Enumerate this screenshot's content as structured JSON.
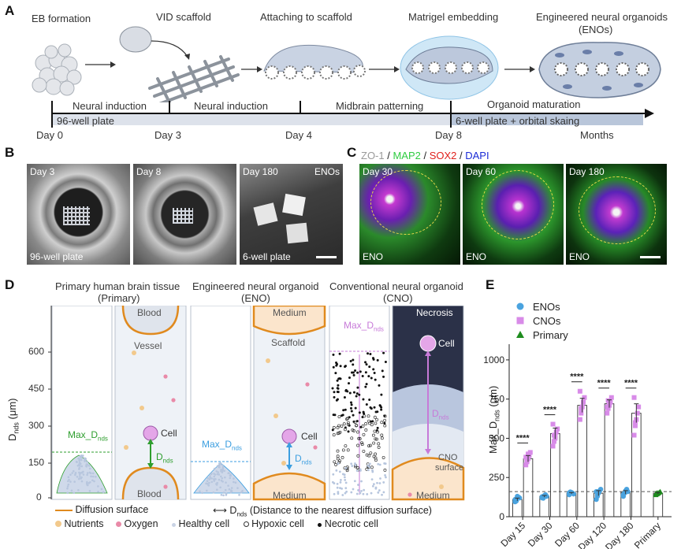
{
  "panelA": {
    "label": "A",
    "steps": [
      "EB formation",
      "VID scaffold",
      "Attaching to scaffold",
      "Matrigel embedding",
      "Engineered neural organoids",
      "(ENOs)"
    ],
    "phases": [
      "Neural induction",
      "Neural induction",
      "Midbrain patterning",
      "Organoid maturation"
    ],
    "plates": [
      "96-well plate",
      "6-well plate + orbital skaing"
    ],
    "days": [
      "Day 0",
      "Day 3",
      "Day 4",
      "Day 8",
      "Months"
    ]
  },
  "panelB": {
    "label": "B",
    "photos": [
      {
        "day": "Day 3",
        "note": "96-well plate"
      },
      {
        "day": "Day 8",
        "note": ""
      },
      {
        "day": "Day 180",
        "note": "6-well plate",
        "tag": "ENOs"
      }
    ]
  },
  "panelC": {
    "label": "C",
    "stains": {
      "zo1": "ZO-1",
      "sep": " / ",
      "map2": "MAP2",
      "sox2": "SOX2",
      "dapi": "DAPI"
    },
    "stain_colors": {
      "zo1": "#9a9a9a",
      "map2": "#2ecc40",
      "sox2": "#e0201b",
      "dapi": "#1a2bd6"
    },
    "photos": [
      {
        "day": "Day 30",
        "tag": "ENO"
      },
      {
        "day": "Day 60",
        "tag": "ENO"
      },
      {
        "day": "Day 180",
        "tag": "ENO"
      }
    ]
  },
  "panelD": {
    "label": "D",
    "titles": [
      {
        "line1": "Primary human brain tissue",
        "line2": "(Primary)"
      },
      {
        "line1": "Engineered neural organoid",
        "line2": "(ENO)"
      },
      {
        "line1": "Conventional neural organoid",
        "line2": "(CNO)"
      }
    ],
    "ylabel_main": "D",
    "ylabel_sub": "nds",
    "ylabel_unit": " (μm)",
    "yticks": [
      "600",
      "450",
      "300",
      "150",
      "0"
    ],
    "max_label": "Max_D",
    "nds_sub": "nds",
    "d_label": "D",
    "words": {
      "blood": "Blood",
      "vessel": "Vessel",
      "cell": "Cell",
      "medium": "Medium",
      "scaffold": "Scaffold",
      "necrosis": "Necrosis",
      "cno": "CNO",
      "surface": "surface"
    },
    "legend": {
      "diffusion": "Diffusion surface",
      "dnds_desc": " (Distance to the nearest diffusion surface)",
      "nutrients": "Nutrients",
      "oxygen": "Oxygen",
      "healthy": "Healthy cell",
      "hypoxic": "Hypoxic cell",
      "necrotic": "Necrotic cell"
    },
    "colors": {
      "primary": "#2e9e2e",
      "eno": "#3b9ee0",
      "cno": "#c77ad8",
      "surface": "#e08a1e"
    }
  },
  "panelE": {
    "label": "E",
    "chart_data": {
      "type": "bar",
      "categories": [
        "Day 15",
        "Day 30",
        "Day 60",
        "Day 120",
        "Day 180",
        "Primary"
      ],
      "ylabel": "Max_D",
      "ylabel_sub": "nds",
      "ylabel_unit": " (μm)",
      "ylim": [
        0,
        1100
      ],
      "yticks": [
        0,
        250,
        500,
        750,
        1000
      ],
      "legend": [
        "ENOs",
        "CNOs",
        "Primary"
      ],
      "legend_position": "top-left",
      "series": [
        {
          "name": "ENOs",
          "color": "#4aa3df",
          "values": [
            110,
            130,
            150,
            150,
            155,
            null
          ],
          "points": [
            [
              95,
              105,
              115,
              125,
              120,
              110,
              100,
              130
            ],
            [
              120,
              125,
              135,
              140,
              130,
              128,
              118,
              132
            ],
            [
              140,
              148,
              155,
              150,
              145,
              152,
              158
            ],
            [
              110,
              130,
              150,
              165,
              175,
              160,
              140
            ],
            [
              130,
              150,
              165,
              175,
              160,
              140,
              150
            ]
          ]
        },
        {
          "name": "CNOs",
          "color": "#d88be8",
          "values": [
            370,
            530,
            710,
            720,
            660,
            null
          ],
          "points": [
            [
              330,
              350,
              370,
              390,
              410,
              380,
              360,
              400
            ],
            [
              450,
              480,
              510,
              540,
              560,
              590,
              520,
              500
            ],
            [
              620,
              660,
              700,
              730,
              760,
              800,
              690
            ],
            [
              660,
              690,
              710,
              730,
              760,
              700,
              740
            ],
            [
              520,
              580,
              620,
              660,
              700,
              760,
              600
            ]
          ]
        },
        {
          "name": "Primary",
          "color": "#1e8c1e",
          "values": [
            null,
            null,
            null,
            null,
            null,
            150
          ],
          "points": [
            [],
            [],
            [],
            [],
            [],
            [
              140,
              145,
              150,
              155,
              160,
              148,
              152,
              150
            ]
          ]
        }
      ],
      "threshold": 160,
      "significance": [
        "****",
        "****",
        "****",
        "****",
        "****"
      ]
    }
  }
}
